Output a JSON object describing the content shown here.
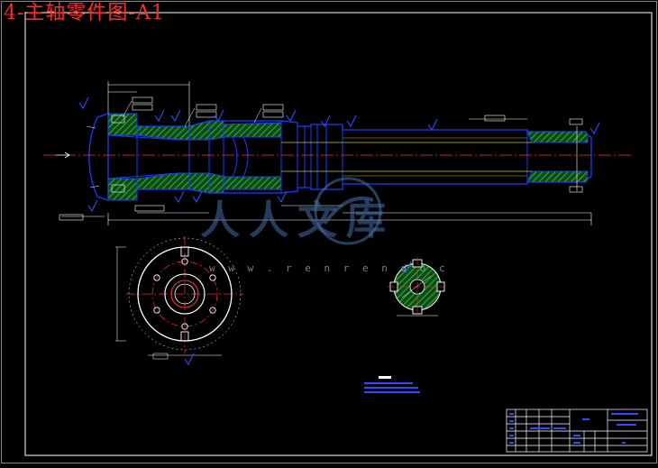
{
  "drawing": {
    "title": "4-主轴零件图-A1",
    "colors": {
      "frame": "#ffffff",
      "part_outline": "#1a3cff",
      "hatch": "#1e8a2a",
      "centerline": "#ff3030",
      "dimension": "#ffffff",
      "annotation": "#2a4dff",
      "title_text": "#ff2a2a"
    }
  },
  "watermark": {
    "text": "人人文库",
    "url": "w w w . r e n r e n d o c"
  }
}
